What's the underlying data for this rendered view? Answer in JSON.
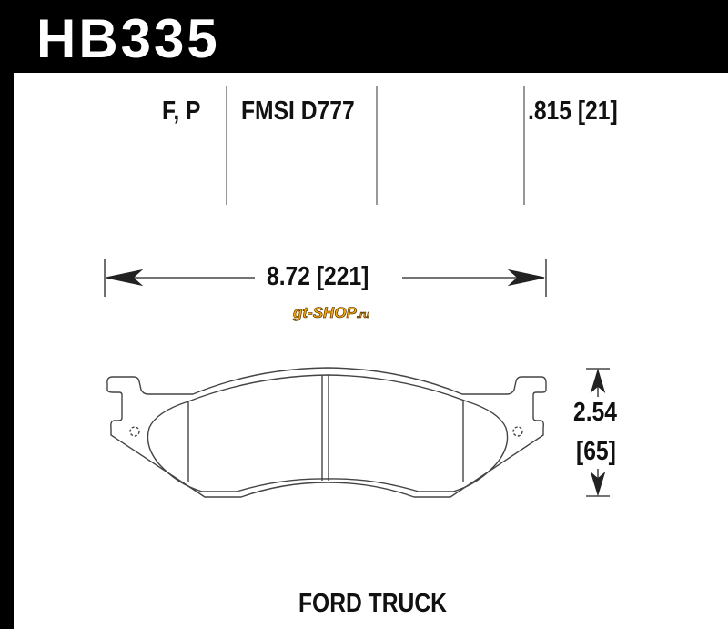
{
  "part_number": "HB335",
  "position": "F, P",
  "fmsi": "FMSI D777",
  "thickness": ".815 [21]",
  "width": "8.72 [221]",
  "height_in": "2.54",
  "height_mm": "[65]",
  "application": "FORD TRUCK",
  "watermark": {
    "main": "gt-SHOP",
    "suffix": ".ru"
  },
  "colors": {
    "frame": "#000000",
    "watermark": "#f7a500"
  }
}
